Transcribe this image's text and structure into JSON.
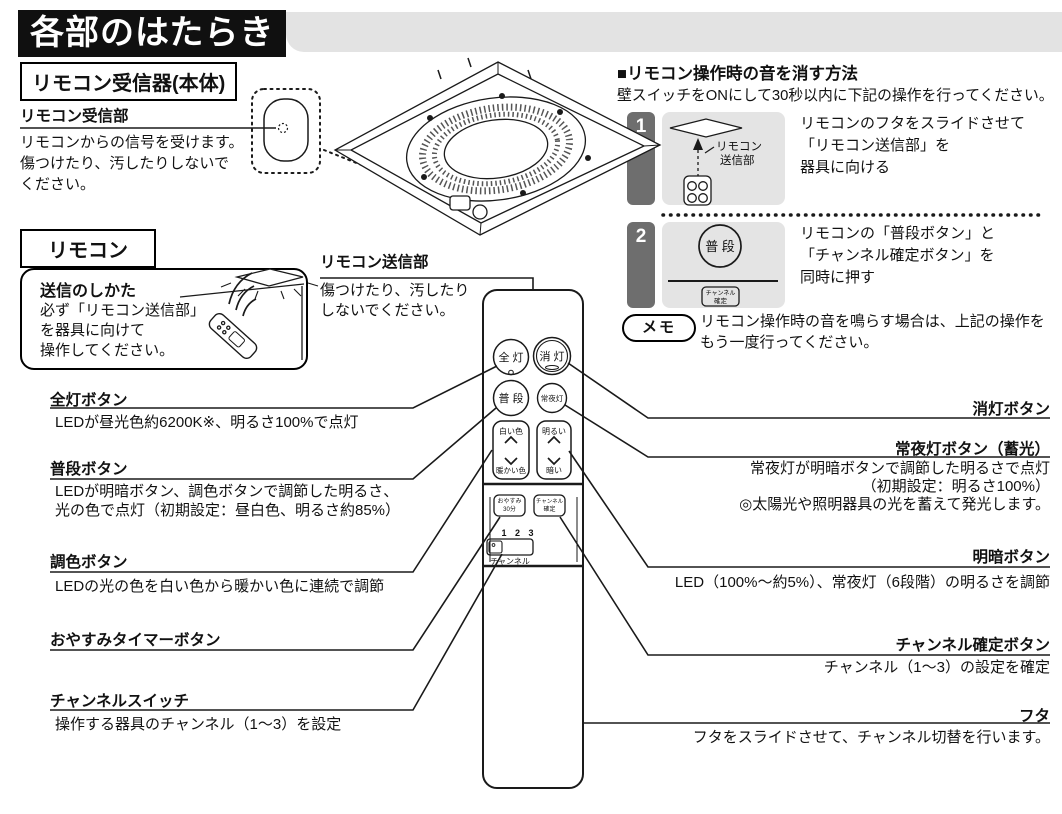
{
  "header": {
    "title": "各部のはたらき"
  },
  "receiver": {
    "box_title": "リモコン受信器(本体)",
    "part_label": "リモコン受信部",
    "desc1": "リモコンからの信号を受けます。",
    "desc2": "傷つけたり、汚したりしないで",
    "desc3": "ください。"
  },
  "remote": {
    "box_title": "リモコン",
    "howto_title": "送信のしかた",
    "howto1": "必ず「リモコン送信部」",
    "howto2": "を器具に向けて",
    "howto3": "操作してください。",
    "tx_label": "リモコン送信部",
    "tx_note1": "傷つけたり、汚したり",
    "tx_note2": "しないでください。"
  },
  "mute": {
    "heading": "■リモコン操作時の音を消す方法",
    "intro": "壁スイッチをONにして30秒以内に下記の操作を行ってください。",
    "step1_num": "1",
    "step1_line1": "リモコンのフタをスライドさせて",
    "step1_line2": "「リモコン送信部」を",
    "step1_line3": "器具に向ける",
    "step1_diagram_label1": "リモコン",
    "step1_diagram_label2": "送信部",
    "step2_num": "2",
    "step2_line1": "リモコンの「普段ボタン」と",
    "step2_line2": "「チャンネル確定ボタン」を",
    "step2_line3": "同時に押す",
    "step2_button": "普 段",
    "step2_small1": "チャンネル",
    "step2_small2": "確定",
    "memo_label": "メモ",
    "memo1": "リモコン操作時の音を鳴らす場合は、上記の操作を",
    "memo2": "もう一度行ってください。"
  },
  "device": {
    "zento": "全 灯",
    "shoto": "消 灯",
    "fudan": "普 段",
    "joyato": "常夜灯",
    "color_up": "白い色",
    "color_down": "暖かい色",
    "bright_up": "明るい",
    "bright_down": "暗い",
    "sleep1": "おやすみ",
    "sleep2": "30分",
    "ch_ok1": "チャンネル",
    "ch_ok2": "確定",
    "ch_numbers": "1 2 3",
    "ch_label": "チャンネル"
  },
  "callouts": {
    "left": [
      {
        "label": "全灯ボタン",
        "d1": "LEDが昼光色約6200K※、明るさ100%で点灯"
      },
      {
        "label": "普段ボタン",
        "d1": "LEDが明暗ボタン、調色ボタンで調節した明るさ、",
        "d2": "光の色で点灯（初期設定：昼白色、明るさ約85%）"
      },
      {
        "label": "調色ボタン",
        "d1": "LEDの光の色を白い色から暖かい色に連続で調節"
      },
      {
        "label": "おやすみタイマーボタン"
      },
      {
        "label": "チャンネルスイッチ",
        "d1": "操作する器具のチャンネル（1～3）を設定"
      }
    ],
    "right": [
      {
        "label": "消灯ボタン"
      },
      {
        "label": "常夜灯ボタン（蓄光）",
        "d1": "常夜灯が明暗ボタンで調節した明るさで点灯",
        "d2": "（初期設定：明るさ100%）",
        "d3": "◎太陽光や照明器具の光を蓄えて発光します。"
      },
      {
        "label": "明暗ボタン",
        "d1": "LED（100%～約5%）、常夜灯（6段階）の明るさを調節"
      },
      {
        "label": "チャンネル確定ボタン",
        "d1": "チャンネル（1～3）の設定を確定"
      },
      {
        "label": "フタ",
        "d1": "フタをスライドさせて、チャンネル切替を行います。"
      }
    ]
  },
  "colors": {
    "banner_bg": "#101010",
    "banner_text": "#ffffff",
    "band_gray": "#e3e3e3",
    "step_badge": "#6e6e6e",
    "step_box": "#e4e4e4",
    "line": "#1a1a1a"
  }
}
